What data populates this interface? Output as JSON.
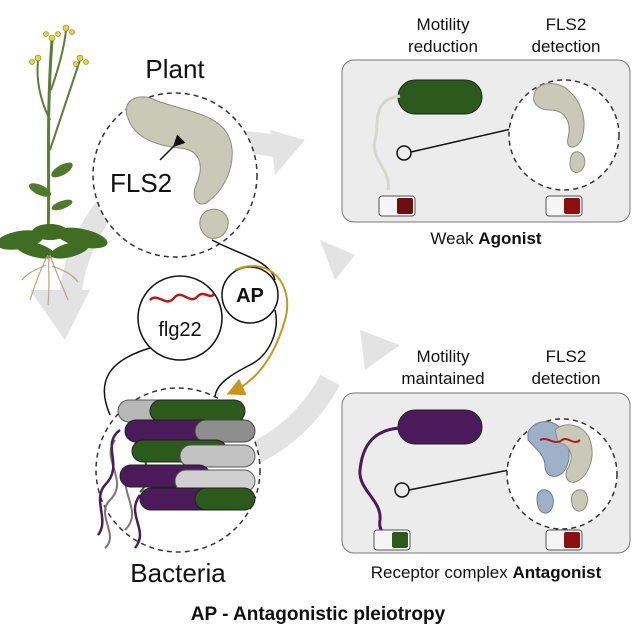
{
  "labels": {
    "plant": "Plant",
    "fls2": "FLS2",
    "ap": "AP",
    "flg22": "flg22",
    "bacteria": "Bacteria",
    "top_panel": {
      "col1_line1": "Motility",
      "col1_line2": "reduction",
      "col2_line1": "FLS2",
      "col2_line2": "detection",
      "caption_prefix": "Weak ",
      "caption_bold": "Agonist"
    },
    "bottom_panel": {
      "col1_line1": "Motility",
      "col1_line2": "maintained",
      "col2_line1": "FLS2",
      "col2_line2": "detection",
      "caption_prefix": "Receptor complex ",
      "caption_bold": "Antagonist"
    },
    "footer": "AP - Antagonistic pleiotropy"
  },
  "colors": {
    "agonist_bacterium": "#2b5a1c",
    "antagonist_bacterium": "#4a1a5a",
    "receptor": "#c9c9b8",
    "peptide": "#b01c1c",
    "ap_arrow": "#c8961e",
    "cycle_arrow": "#e2e2e2",
    "panel_bg": "#ececec"
  }
}
